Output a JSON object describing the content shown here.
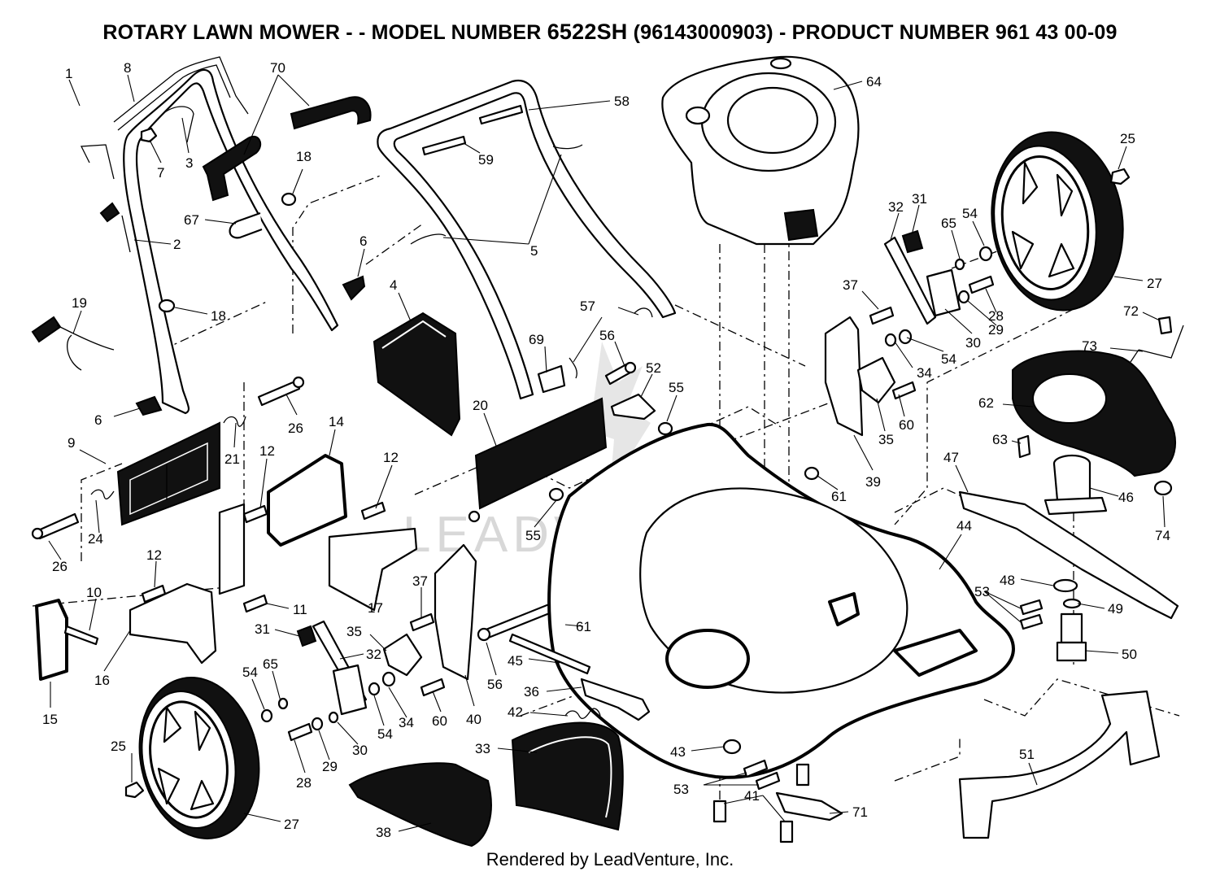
{
  "header": {
    "title_prefix": "ROTARY LAWN MOWER - - MODEL NUMBER",
    "model_number": "6522SH",
    "title_suffix": "(96143000903) - PRODUCT NUMBER 961 43 00-09"
  },
  "watermark": "LEADVENTURE",
  "footer": "Rendered by LeadVenture, Inc.",
  "part_labels": {
    "p1": "1",
    "p8": "8",
    "p70": "70",
    "p58": "58",
    "p64": "64",
    "p25a": "25",
    "p7": "7",
    "p3": "3",
    "p59": "59",
    "p18a": "18",
    "p67": "67",
    "p2": "2",
    "p6a": "6",
    "p5": "5",
    "p4": "4",
    "p19": "19",
    "p18b": "18",
    "p32a": "32",
    "p31a": "31",
    "p65a": "65",
    "p54a": "54",
    "p27a": "27",
    "p37a": "37",
    "p28a": "28",
    "p29a": "29",
    "p30a": "30",
    "p72": "72",
    "p57": "57",
    "p56a": "56",
    "p69": "69",
    "p54b": "54",
    "p73": "73",
    "p52": "52",
    "p34a": "34",
    "p6b": "6",
    "p26a": "26",
    "p20": "20",
    "p55a": "55",
    "p60a": "60",
    "p62": "62",
    "p9": "9",
    "p14": "14",
    "p21": "21",
    "p12a": "12",
    "p12b": "12",
    "p35a": "35",
    "p39": "39",
    "p63": "63",
    "p47": "47",
    "p61a": "61",
    "p46": "46",
    "p24": "24",
    "p26b": "26",
    "p55b": "55",
    "p74": "74",
    "p44": "44",
    "p12c": "12",
    "p37b": "37",
    "p48": "48",
    "p10": "10",
    "p17": "17",
    "p53a": "53",
    "p11": "11",
    "p49": "49",
    "p31b": "31",
    "p35b": "35",
    "p61b": "61",
    "p32b": "32",
    "p50": "50",
    "p54c": "54",
    "p65b": "65",
    "p45": "45",
    "p16": "16",
    "p34b": "34",
    "p56b": "56",
    "p60b": "60",
    "p40": "40",
    "p36": "36",
    "p15": "15",
    "p42": "42",
    "p30b": "30",
    "p54d": "54",
    "p25b": "25",
    "p33": "33",
    "p43": "43",
    "p51": "51",
    "p29b": "29",
    "p28b": "28",
    "p53b": "53",
    "p41": "41",
    "p27b": "27",
    "p71": "71",
    "p38": "38"
  }
}
